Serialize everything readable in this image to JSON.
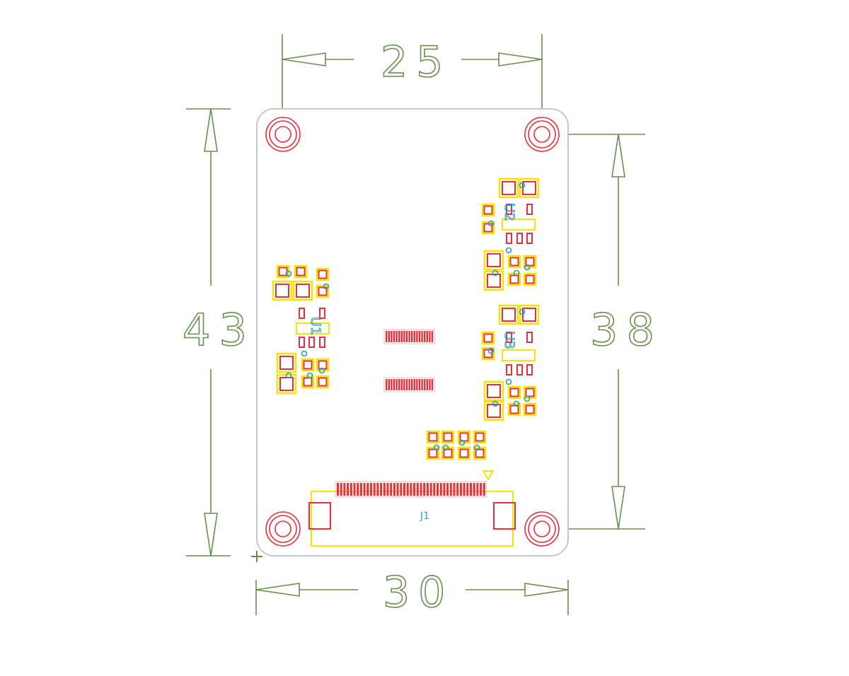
{
  "diagram": {
    "dimensions": {
      "top_width": "25",
      "left_height": "43",
      "right_height": "38",
      "bottom_width": "30"
    },
    "designators": {
      "connector": "J1",
      "u1": "U1",
      "u2": "U2",
      "u3": "U3"
    },
    "colors": {
      "dimension": "#6b8e4e",
      "board_outline": "#c8c8c8",
      "pad_copper": "#e8303a",
      "silkscreen": "#f2e600",
      "refdes": "#2a9ac9"
    }
  }
}
